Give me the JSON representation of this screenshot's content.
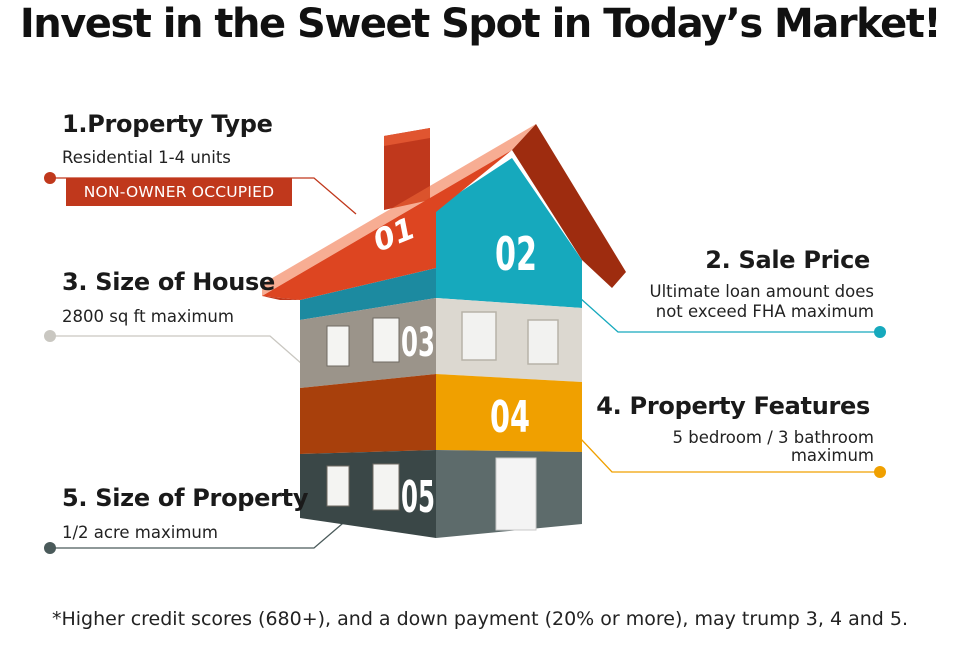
{
  "title": "Invest in the Sweet Spot in Today’s Market!",
  "house_numbers": [
    "01",
    "02",
    "03",
    "04",
    "05"
  ],
  "items": [
    {
      "heading": "1.Property Type",
      "desc": "Residential 1-4 units",
      "badge": "NON-OWNER OCCUPIED",
      "color": "#c0381c"
    },
    {
      "heading": "2. Sale Price",
      "desc": [
        "Ultimate loan amount does",
        "not exceed FHA maximum"
      ],
      "color": "#16a9bd"
    },
    {
      "heading": "3. Size of House",
      "desc": "2800 sq ft maximum",
      "color": "#c9c7c1"
    },
    {
      "heading": "4. Property Features",
      "desc": [
        "5 bedroom / 3 bathroom",
        "maximum"
      ],
      "color": "#f0a000"
    },
    {
      "heading": "5. Size of Property",
      "desc": "1/2 acre maximum",
      "color": "#4a5a5a"
    }
  ],
  "footnote": "*Higher credit scores (680+), and a down payment (20% or more), may trump 3, 4 and 5."
}
